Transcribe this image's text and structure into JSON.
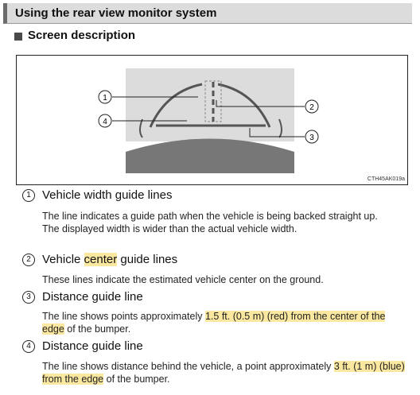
{
  "header": {
    "title": "Using the rear view monitor system"
  },
  "subheader": {
    "title": "Screen description"
  },
  "figure": {
    "callouts": [
      "1",
      "2",
      "3",
      "4"
    ],
    "code": "CTH45AK019a"
  },
  "items": [
    {
      "number": "1",
      "title": "Vehicle width guide lines",
      "desc_line1": "The line indicates a guide path when the vehicle is being backed straight up.",
      "desc_line2": "The displayed width is wider than the actual vehicle width."
    },
    {
      "number": "2",
      "title_before": "Vehicle ",
      "title_highlight": "center",
      "title_after": " guide lines",
      "desc": "These lines indicate the estimated vehicle center on the ground."
    },
    {
      "number": "3",
      "title": "Distance guide line",
      "desc_before": "The line shows points approximately ",
      "desc_highlight": "1.5 ft. (0.5 m) (red) from the center of the edge",
      "desc_after": " of the bumper."
    },
    {
      "number": "4",
      "title": "Distance guide line",
      "desc_before": "The line shows distance behind the vehicle, a point approximately ",
      "desc_highlight": "3 ft. (1 m) (blue) from the edge",
      "desc_after": " of the bumper."
    }
  ]
}
